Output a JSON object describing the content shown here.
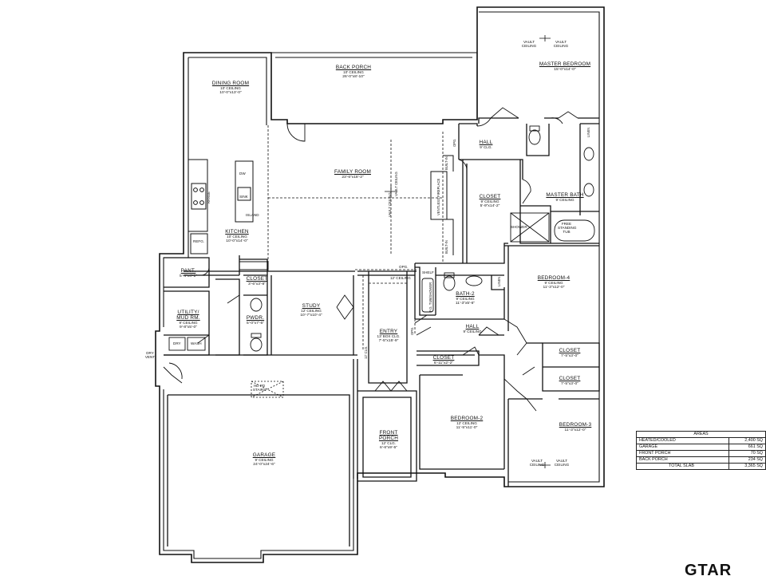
{
  "rooms": [
    {
      "id": "back-porch",
      "name": "BACK PORCH",
      "ceiling": "10' CEILING",
      "dims": "26'-0\"x8'-10\""
    },
    {
      "id": "dining-room",
      "name": "DINING ROOM",
      "ceiling": "10' CEILING",
      "dims": "10'-0\"x13'-0\""
    },
    {
      "id": "family-room",
      "name": "FAMILY ROOM",
      "ceiling": "",
      "dims": "23'-6\"x18'-2\""
    },
    {
      "id": "kitchen",
      "name": "KITCHEN",
      "ceiling": "10' CEILING",
      "dims": "10'-0\"x14'-0\""
    },
    {
      "id": "master-bedroom",
      "name": "MASTER BEDROOM",
      "ceiling": "",
      "dims": "15'-0\"x14'-0\""
    },
    {
      "id": "hall-top",
      "name": "HALL",
      "ceiling": "9' CLG.",
      "dims": ""
    },
    {
      "id": "closet-master",
      "name": "CLOSET",
      "ceiling": "9' CEILING",
      "dims": "5'-9\"x14'-2\""
    },
    {
      "id": "master-bath",
      "name": "MASTER BATH",
      "ceiling": "9' CEILING",
      "dims": ""
    },
    {
      "id": "pantry",
      "name": "PANT.",
      "ceiling": "",
      "dims": "5'-4\"x4'-1\""
    },
    {
      "id": "closet-small",
      "name": "CLOSET",
      "ceiling": "",
      "dims": "3'-6\"x3'-8\""
    },
    {
      "id": "utility",
      "name": "UTILITY/ MUD RM.",
      "ceiling": "9' CEILING",
      "dims": "9'-8\"x5'-0\""
    },
    {
      "id": "powder",
      "name": "PWDR.",
      "ceiling": "",
      "dims": "5'-0\"x7'-6\""
    },
    {
      "id": "study",
      "name": "STUDY",
      "ceiling": "12' CEILING",
      "dims": "10'-7\"x10'-4\""
    },
    {
      "id": "entry",
      "name": "ENTRY",
      "ceiling": "13' BOX CLG.",
      "dims": "7'-5\"x15'-9\""
    },
    {
      "id": "bath-2",
      "name": "BATH-2",
      "ceiling": "9' CEILING",
      "dims": "11'-3\"x5'-6\""
    },
    {
      "id": "bedroom-4",
      "name": "BEDROOM-4",
      "ceiling": "9' CEILING",
      "dims": "11'-3\"x12'-0\""
    },
    {
      "id": "hall-mid",
      "name": "HALL",
      "ceiling": "9' CEILING",
      "dims": ""
    },
    {
      "id": "closet-b4",
      "name": "CLOSET",
      "ceiling": "",
      "dims": "7'-5\"x3'-0\""
    },
    {
      "id": "closet-b3",
      "name": "CLOSET",
      "ceiling": "",
      "dims": "7'-5\"x3'-0\""
    },
    {
      "id": "closet-b2",
      "name": "CLOSET",
      "ceiling": "",
      "dims": "6'-11\"x2'-2\""
    },
    {
      "id": "bedroom-2",
      "name": "BEDROOM-2",
      "ceiling": "12' CEILING",
      "dims": "11'-5\"x11'-0\""
    },
    {
      "id": "bedroom-3",
      "name": "BEDROOM-3",
      "ceiling": "",
      "dims": "11'-3\"x12'-0\""
    },
    {
      "id": "front-porch",
      "name": "FRONT PORCH",
      "ceiling": "12' CLG.",
      "dims": "6'-6\"x9'-5\""
    },
    {
      "id": "garage",
      "name": "GARAGE",
      "ceiling": "9' CEILING",
      "dims": "24'-0\"x24'-6\""
    }
  ],
  "annotations": {
    "vault_ceiling_a": "VAULT CEILING",
    "vault_ceiling_b": "VAULT CEILING",
    "vault_ceiling_c": "VAULT CEILING",
    "vault_ceiling_d": "VAULT CEILING",
    "vault_ceiling_family_a": "VAULT CEILING",
    "vault_ceiling_family_b": "VAULT CEILING",
    "dw": "DW",
    "sink": "SINK",
    "island": "ISLAND",
    "range": "RANGE",
    "refg": "REFG.",
    "dry": "DRY",
    "wash": "WASH",
    "dry_vent": "DRY VENT",
    "hd_stairs": "HD PD STAIRS",
    "linen_master": "LINEN",
    "linen_bath2": "LINEN",
    "shelf": "SHELF",
    "tub_shower": "F.G. TUB/SHOWER",
    "shower": "SHOWER",
    "free_standing_tub": "FREE STANDING TUB",
    "built_in_a": "BUILT-IN",
    "built_in_b": "BUILT-IN",
    "ventless_fireplace": "VENTLESS FIREPLACE",
    "opg_hall": "OPG.",
    "opg_entry_top": "OPG.",
    "opg_entry_side": "OPG.",
    "clg_12_entry": "12' CEILING",
    "clg_12_entry_side": "12' CLG."
  },
  "areas_table": {
    "header": "AREAS",
    "rows": [
      {
        "label": "HEATED/COOLED",
        "value": "2,400 SQ"
      },
      {
        "label": "GARAGE",
        "value": "661 SQ"
      },
      {
        "label": "FRONT PORCH",
        "value": "70 SQ"
      },
      {
        "label": "BACK PORCH",
        "value": "234 SQ"
      },
      {
        "label": "TOTAL SLAB",
        "value": "3,365 SQ"
      }
    ]
  },
  "logo": "GTAR"
}
